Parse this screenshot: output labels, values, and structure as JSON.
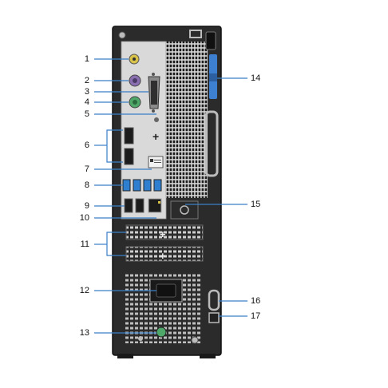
{
  "callouts": [
    {
      "id": 1,
      "label": "1"
    },
    {
      "id": 2,
      "label": "2"
    },
    {
      "id": 3,
      "label": "3"
    },
    {
      "id": 4,
      "label": "4"
    },
    {
      "id": 5,
      "label": "5"
    },
    {
      "id": 6,
      "label": "6"
    },
    {
      "id": 7,
      "label": "7"
    },
    {
      "id": 8,
      "label": "8"
    },
    {
      "id": 9,
      "label": "9"
    },
    {
      "id": 10,
      "label": "10"
    },
    {
      "id": 11,
      "label": "11"
    },
    {
      "id": 12,
      "label": "12"
    },
    {
      "id": 13,
      "label": "13"
    },
    {
      "id": 14,
      "label": "14"
    },
    {
      "id": 15,
      "label": "15"
    },
    {
      "id": 16,
      "label": "16"
    },
    {
      "id": 17,
      "label": "17"
    }
  ],
  "colors": {
    "chassis": "#2b2b2b",
    "chassis_edge": "#111111",
    "plate": "#d9d9d9",
    "vent": "#1c1c1c",
    "audio_jack": "#d8c24a",
    "ps2_mouse": "#8a6fb0",
    "ps2_keyboard": "#4fa86a",
    "usb3": "#2f7fd0",
    "latch": "#3d7fd0",
    "power_led": "#4fa86a",
    "leader": "#3a7fc8"
  }
}
